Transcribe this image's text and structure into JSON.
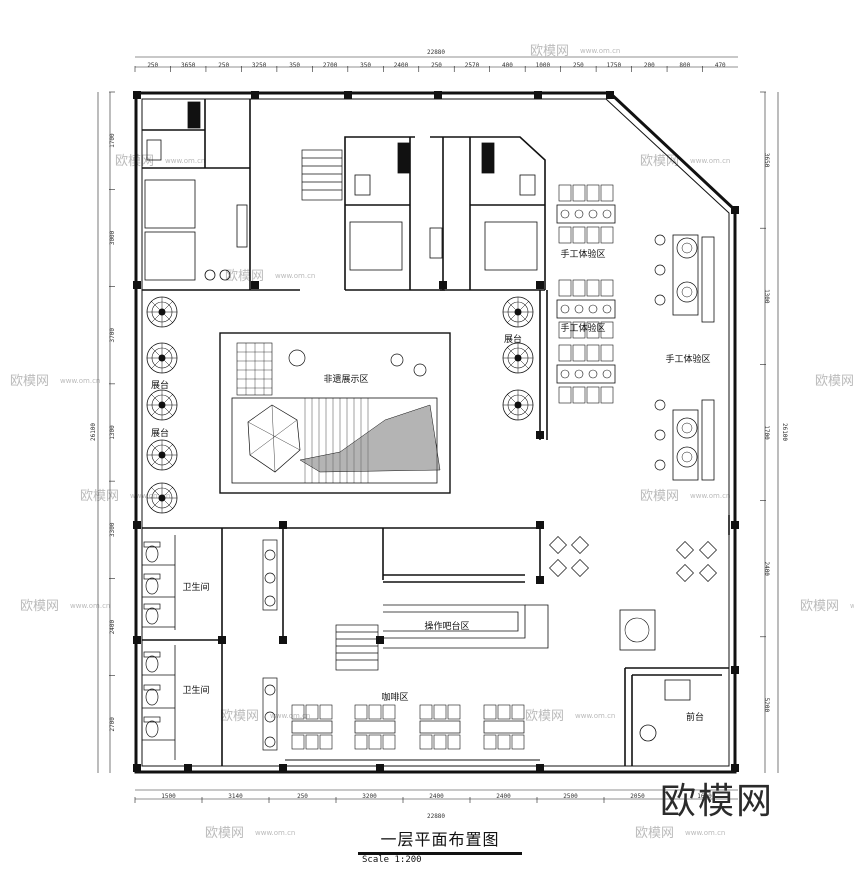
{
  "plan": {
    "title": "一层平面布置图",
    "scale": "Scale 1:200",
    "brand": "欧模网",
    "watermark": "欧模网",
    "watermark_url": "www.om.cn"
  },
  "rooms": {
    "craft_display": "非遗展示区",
    "handcraft_1": "手工体验区",
    "handcraft_2": "手工体验区",
    "handcraft_3": "手工体验区",
    "booth_1": "展台",
    "booth_2": "展台",
    "booth_3": "展台",
    "restroom_1": "卫生间",
    "restroom_2": "卫生间",
    "bar": "操作吧台区",
    "cafe": "咖啡区",
    "reception": "前台"
  },
  "dimensions": {
    "top_total": "22880",
    "bottom_total": "22880",
    "top": [
      "250",
      "3650",
      "250",
      "3250",
      "350",
      "2700",
      "350",
      "2400",
      "250",
      "2570",
      "400",
      "1000",
      "250",
      "1750",
      "200",
      "800",
      "470"
    ],
    "bottom": [
      "1500",
      "3140",
      "250",
      "3200",
      "2400",
      "2400",
      "2500",
      "2050",
      "1600"
    ],
    "left": [
      "1700",
      "3000",
      "3700",
      "1300",
      "3300",
      "2400",
      "2700"
    ],
    "right": [
      "3650",
      "1300",
      "1700",
      "2400",
      "5200"
    ],
    "left_total": "26100",
    "right_total": "26100"
  },
  "colors": {
    "line": "#111111",
    "watermark": "#bbbbbb",
    "brand": "#2b2b2b"
  }
}
